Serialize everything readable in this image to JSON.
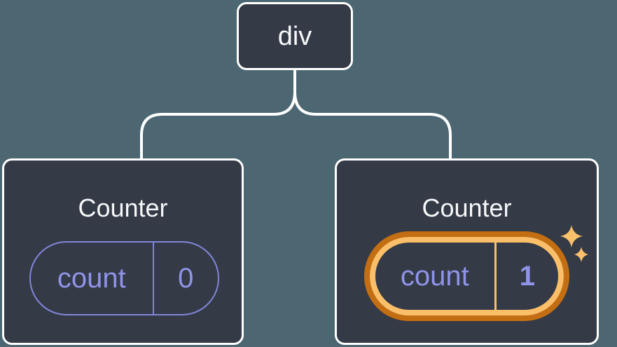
{
  "diagram": {
    "root_node": {
      "label": "div"
    },
    "children": [
      {
        "title": "Counter",
        "state": {
          "name": "count",
          "value": "0"
        },
        "highlighted": false
      },
      {
        "title": "Counter",
        "state": {
          "name": "count",
          "value": "1"
        },
        "highlighted": true,
        "decoration": "sparkles-icon"
      }
    ]
  },
  "colors": {
    "canvas_background": "#4c6771",
    "node_fill": "#343a46",
    "node_border": "#ffffff",
    "connector": "#ffffff",
    "pill_border_purple": "#8086d9",
    "state_text_purple": "#8f94e8",
    "highlight_outer_orange": "#c36e12",
    "highlight_inner_orange": "#fbbf69",
    "sparkle_amber": "#fbc06a"
  }
}
